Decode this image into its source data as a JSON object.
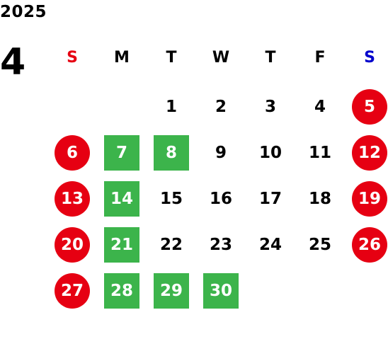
{
  "calendar": {
    "year": "2025",
    "month": "4",
    "colors": {
      "sunday": "#e60012",
      "saturday": "#0000cc",
      "holiday_circle": "#e60012",
      "green_box": "#3cb44b"
    },
    "weekdays": [
      "S",
      "M",
      "T",
      "W",
      "T",
      "F",
      "S"
    ],
    "weeks": [
      [
        {
          "d": "",
          "t": "none"
        },
        {
          "d": "",
          "t": "none"
        },
        {
          "d": "1",
          "t": "plain"
        },
        {
          "d": "2",
          "t": "plain"
        },
        {
          "d": "3",
          "t": "plain"
        },
        {
          "d": "4",
          "t": "plain"
        },
        {
          "d": "5",
          "t": "holiday"
        }
      ],
      [
        {
          "d": "6",
          "t": "holiday"
        },
        {
          "d": "7",
          "t": "green"
        },
        {
          "d": "8",
          "t": "green"
        },
        {
          "d": "9",
          "t": "plain"
        },
        {
          "d": "10",
          "t": "plain"
        },
        {
          "d": "11",
          "t": "plain"
        },
        {
          "d": "12",
          "t": "holiday"
        }
      ],
      [
        {
          "d": "13",
          "t": "holiday"
        },
        {
          "d": "14",
          "t": "green"
        },
        {
          "d": "15",
          "t": "plain"
        },
        {
          "d": "16",
          "t": "plain"
        },
        {
          "d": "17",
          "t": "plain"
        },
        {
          "d": "18",
          "t": "plain"
        },
        {
          "d": "19",
          "t": "holiday"
        }
      ],
      [
        {
          "d": "20",
          "t": "holiday"
        },
        {
          "d": "21",
          "t": "green"
        },
        {
          "d": "22",
          "t": "plain"
        },
        {
          "d": "23",
          "t": "plain"
        },
        {
          "d": "24",
          "t": "plain"
        },
        {
          "d": "25",
          "t": "plain"
        },
        {
          "d": "26",
          "t": "holiday"
        }
      ],
      [
        {
          "d": "27",
          "t": "holiday"
        },
        {
          "d": "28",
          "t": "green"
        },
        {
          "d": "29",
          "t": "green"
        },
        {
          "d": "30",
          "t": "green"
        },
        {
          "d": "",
          "t": "none"
        },
        {
          "d": "",
          "t": "none"
        },
        {
          "d": "",
          "t": "none"
        }
      ]
    ]
  }
}
